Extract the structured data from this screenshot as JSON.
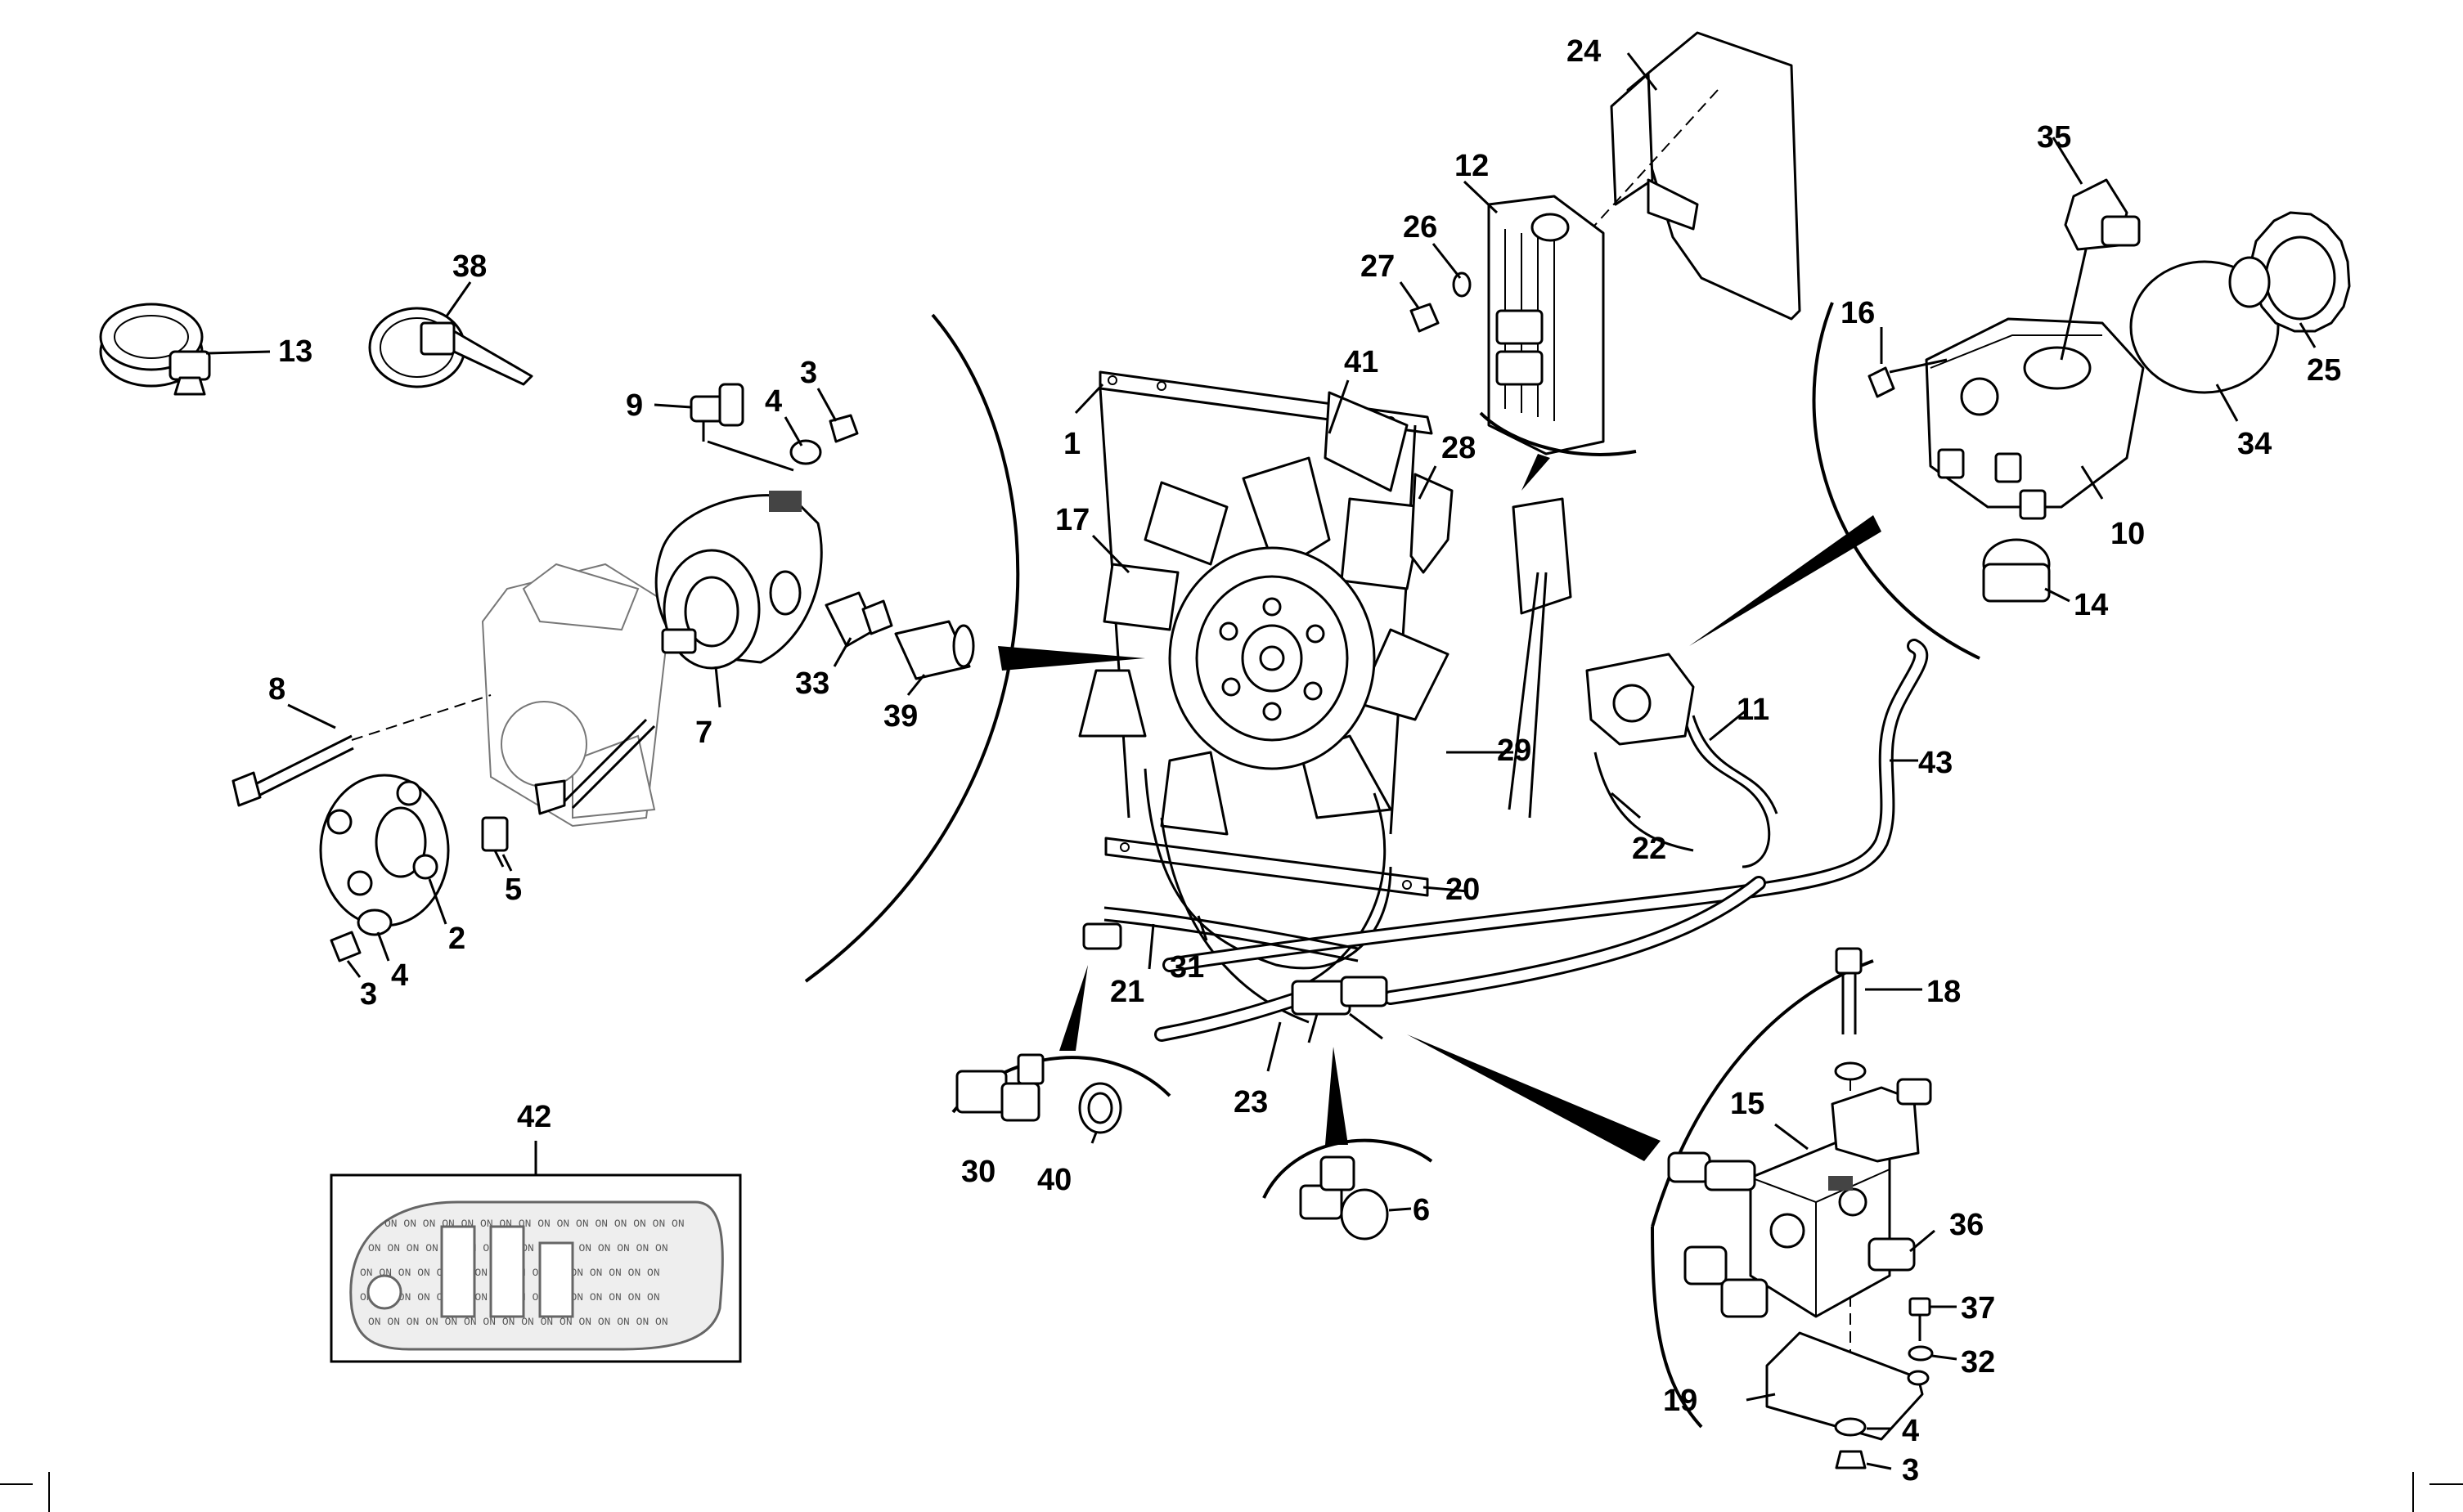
{
  "callouts": [
    {
      "id": "c1",
      "label": "1"
    },
    {
      "id": "c2",
      "label": "2"
    },
    {
      "id": "c3a",
      "label": "3"
    },
    {
      "id": "c3b",
      "label": "3"
    },
    {
      "id": "c3c",
      "label": "3"
    },
    {
      "id": "c4a",
      "label": "4"
    },
    {
      "id": "c4b",
      "label": "4"
    },
    {
      "id": "c4c",
      "label": "4"
    },
    {
      "id": "c5",
      "label": "5"
    },
    {
      "id": "c6",
      "label": "6"
    },
    {
      "id": "c7",
      "label": "7"
    },
    {
      "id": "c8",
      "label": "8"
    },
    {
      "id": "c9",
      "label": "9"
    },
    {
      "id": "c10",
      "label": "10"
    },
    {
      "id": "c11",
      "label": "11"
    },
    {
      "id": "c12",
      "label": "12"
    },
    {
      "id": "c13",
      "label": "13"
    },
    {
      "id": "c14",
      "label": "14"
    },
    {
      "id": "c15",
      "label": "15"
    },
    {
      "id": "c16",
      "label": "16"
    },
    {
      "id": "c17",
      "label": "17"
    },
    {
      "id": "c18",
      "label": "18"
    },
    {
      "id": "c19",
      "label": "19"
    },
    {
      "id": "c20",
      "label": "20"
    },
    {
      "id": "c21",
      "label": "21"
    },
    {
      "id": "c22",
      "label": "22"
    },
    {
      "id": "c23",
      "label": "23"
    },
    {
      "id": "c24",
      "label": "24"
    },
    {
      "id": "c25",
      "label": "25"
    },
    {
      "id": "c26",
      "label": "26"
    },
    {
      "id": "c27",
      "label": "27"
    },
    {
      "id": "c28",
      "label": "28"
    },
    {
      "id": "c29",
      "label": "29"
    },
    {
      "id": "c30",
      "label": "30"
    },
    {
      "id": "c31",
      "label": "31"
    },
    {
      "id": "c32",
      "label": "32"
    },
    {
      "id": "c33",
      "label": "33"
    },
    {
      "id": "c34",
      "label": "34"
    },
    {
      "id": "c35",
      "label": "35"
    },
    {
      "id": "c36",
      "label": "36"
    },
    {
      "id": "c37",
      "label": "37"
    },
    {
      "id": "c38",
      "label": "38"
    },
    {
      "id": "c39",
      "label": "39"
    },
    {
      "id": "c40",
      "label": "40"
    },
    {
      "id": "c41",
      "label": "41"
    },
    {
      "id": "c42",
      "label": "42"
    },
    {
      "id": "c43",
      "label": "43"
    }
  ],
  "decal": {
    "pattern_text": "ON ON ON ON ON ON ON ON ON ON ON ON ON ON ON ON"
  }
}
